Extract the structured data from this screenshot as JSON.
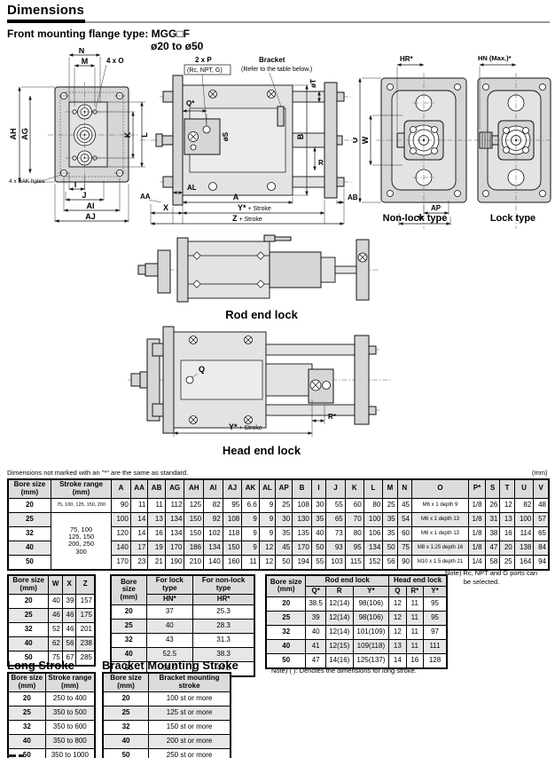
{
  "page": {
    "title": "Dimensions",
    "subtitle": "Front mounting flange type: MGG□F",
    "bore_range": "ø20 to ø50"
  },
  "drawings": {
    "front_view": {
      "n": "N",
      "m": "M",
      "four_o": "4 x O",
      "ah": "AH",
      "ag": "AG",
      "k": "K",
      "l": "L",
      "ak_holes": "4 x øAK holes",
      "i": "I",
      "j": "J",
      "ai": "AI",
      "aj": "AJ"
    },
    "side_view": {
      "p_label": "2 x P",
      "p_ports": "(Rc, NPT, G)",
      "bracket": "Bracket",
      "bracket_note": "(Refer to the table below.)",
      "q": "Q*",
      "s": "øS",
      "t": "øT",
      "b": "B",
      "r": "R",
      "al": "AL",
      "aa": "AA",
      "x": "X",
      "a": "A",
      "ab": "AB",
      "y": "Y*",
      "y_suffix": " + Stroke",
      "z": "Z",
      "z_suffix": " + Stroke"
    },
    "non_lock": {
      "hr": "HR*",
      "u": "U",
      "w": "W",
      "ap": "AP",
      "v": "V",
      "caption": "Non-lock type"
    },
    "lock": {
      "hn": "HN (Max.)*",
      "caption": "Lock type"
    },
    "rod_end_lock": {
      "caption": "Rod end lock"
    },
    "head_end_lock": {
      "q": "Q",
      "r": "R*",
      "y": "Y*",
      "y_suffix": " + Stroke",
      "caption": "Head end lock"
    }
  },
  "notes": {
    "standard": "Dimensions not marked with an \"*\" are the same as standard.",
    "unit": "(mm)",
    "ports": "Note) Rc, NPT and G ports can\n          be selected.",
    "long_stroke": "Note) ( ): Denotes the dimensions for long stroke."
  },
  "sections": {
    "long_stroke_title": "Long Stroke",
    "bracket_title": "Bracket Mounting Stroke"
  },
  "tables": {
    "main": {
      "header_rows": [
        [
          {
            "v": "Bore size\n(mm)"
          },
          {
            "v": "Stroke range\n(mm)"
          },
          "A",
          "AA",
          "AB",
          "AG",
          "AH",
          "AI",
          "AJ",
          "AK",
          "AL",
          "AP",
          "B",
          "I",
          "J",
          "K",
          "L",
          "M",
          "N",
          "O",
          "P*",
          "S",
          "T",
          "U",
          "V"
        ]
      ],
      "rows": [
        [
          "20",
          {
            "v": "75, 100, 125, 150, 200",
            "cls": "xs"
          },
          "90",
          "11",
          "11",
          "112",
          "125",
          "82",
          "95",
          "6.6",
          "9",
          "25",
          "108",
          "30",
          "55",
          "60",
          "80",
          "25",
          "45",
          {
            "v": "M6 x 1 depth 9",
            "cls": "o"
          },
          {
            "v": "1/8",
            "cls": "c"
          },
          "26",
          "12",
          "82",
          "48"
        ],
        [
          "25",
          {
            "v": "75, 100\n125, 150\n200, 250\n300",
            "rowspan": 4,
            "cls": "stk"
          },
          "100",
          "14",
          "13",
          "134",
          "150",
          "92",
          "108",
          "9",
          "9",
          "30",
          "130",
          "35",
          "65",
          "70",
          "100",
          "35",
          "54",
          {
            "v": "M6 x 1 depth 13",
            "cls": "o"
          },
          {
            "v": "1/8",
            "cls": "c"
          },
          "31",
          "13",
          "100",
          "57"
        ],
        [
          "32",
          null,
          "120",
          "14",
          "16",
          "134",
          "150",
          "102",
          "118",
          "9",
          "9",
          "35",
          "135",
          "40",
          "73",
          "80",
          "106",
          "35",
          "60",
          {
            "v": "M6 x 1 depth 13",
            "cls": "o"
          },
          {
            "v": "1/8",
            "cls": "c"
          },
          "38",
          "16",
          "114",
          "65"
        ],
        [
          "40",
          null,
          "140",
          "17",
          "19",
          "170",
          "186",
          "134",
          "150",
          "9",
          "12",
          "45",
          "170",
          "50",
          "93",
          "95",
          "134",
          "50",
          "75",
          {
            "v": "M8 x 1.25 depth 16",
            "cls": "o"
          },
          {
            "v": "1/8",
            "cls": "c"
          },
          "47",
          "20",
          "138",
          "84"
        ],
        [
          "50",
          null,
          "170",
          "23",
          "21",
          "190",
          "210",
          "140",
          "160",
          "11",
          "12",
          "50",
          "194",
          "55",
          "103",
          "115",
          "152",
          "56",
          "90",
          {
            "v": "M10 x 1.5 depth 21",
            "cls": "o"
          },
          {
            "v": "1/4",
            "cls": "c"
          },
          "58",
          "25",
          "164",
          "94"
        ]
      ]
    },
    "wxz": {
      "header_rows": [
        [
          {
            "v": "Bore size\n(mm)"
          },
          "W",
          "X",
          "Z"
        ]
      ],
      "rows": [
        [
          "20",
          "40",
          "39",
          "157"
        ],
        [
          "25",
          "46",
          "46",
          "175"
        ],
        [
          "32",
          "52",
          "46",
          "201"
        ],
        [
          "40",
          "62",
          "56",
          "238"
        ],
        [
          "50",
          "75",
          "67",
          "285"
        ]
      ]
    },
    "lock_height": {
      "header_rows": [
        [
          {
            "v": "Bore size\n(mm)",
            "rowspan": 2
          },
          {
            "v": "For lock type"
          },
          {
            "v": "For non-lock type"
          }
        ],
        [
          "HN*",
          "HR*"
        ]
      ],
      "rows": [
        [
          "20",
          "37",
          "25.3"
        ],
        [
          "25",
          "40",
          "28.3"
        ],
        [
          "32",
          "43",
          "31.3"
        ],
        [
          "40",
          "52.5",
          "38.3"
        ],
        [
          "50",
          "58.5",
          "44.5"
        ]
      ]
    },
    "lock_pos": {
      "header_rows": [
        [
          {
            "v": "Bore size\n(mm)",
            "rowspan": 2
          },
          {
            "v": "Rod end lock",
            "colspan": 3
          },
          {
            "v": "Head end lock",
            "colspan": 3
          }
        ],
        [
          "Q*",
          "R",
          "Y*",
          "Q",
          "R*",
          "Y*"
        ]
      ],
      "rows": [
        [
          "20",
          "38.5",
          "12(14)",
          "98(106)",
          "12",
          "11",
          "95"
        ],
        [
          "25",
          "39",
          "12(14)",
          "98(106)",
          "12",
          "11",
          "95"
        ],
        [
          "32",
          "40",
          "12(14)",
          "101(109)",
          "12",
          "11",
          "97"
        ],
        [
          "40",
          "41",
          "12(15)",
          "109(118)",
          "13",
          "11",
          "111"
        ],
        [
          "50",
          "47",
          "14(16)",
          "125(137)",
          "14",
          "16",
          "128"
        ]
      ]
    },
    "long_stroke": {
      "header_rows": [
        [
          {
            "v": "Bore size\n(mm)"
          },
          {
            "v": "Stroke range\n(mm)"
          }
        ]
      ],
      "rows": [
        [
          "20",
          "250 to 400"
        ],
        [
          "25",
          "350 to 500"
        ],
        [
          "32",
          "350 to 600"
        ],
        [
          "40",
          "350 to 800"
        ],
        [
          "50",
          "350 to 1000"
        ]
      ]
    },
    "bracket": {
      "header_rows": [
        [
          {
            "v": "Bore size\n(mm)"
          },
          {
            "v": "Bracket mounting\nstroke"
          }
        ]
      ],
      "rows": [
        [
          "20",
          "100 st or more"
        ],
        [
          "25",
          "125 st or more"
        ],
        [
          "32",
          "150 st or more"
        ],
        [
          "40",
          "200 st or more"
        ],
        [
          "50",
          "250 st or more"
        ]
      ]
    }
  }
}
